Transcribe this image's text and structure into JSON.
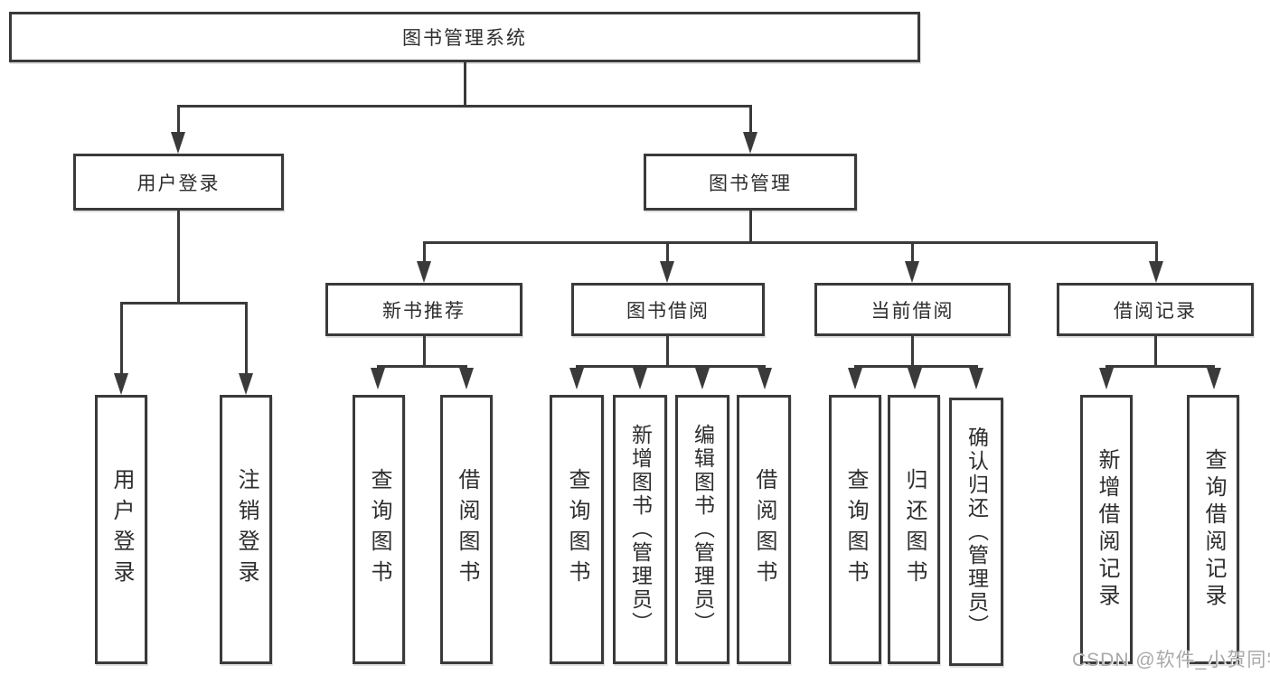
{
  "diagram_type": "function-structure-tree",
  "tree": {
    "root": "图书管理系统",
    "branches": [
      {
        "label": "用户登录",
        "children": [
          {
            "label": "用户登录"
          },
          {
            "label": "注销登录"
          }
        ]
      },
      {
        "label": "图书管理",
        "children": [
          {
            "label": "新书推荐",
            "children": [
              {
                "label": "查询图书"
              },
              {
                "label": "借阅图书"
              }
            ]
          },
          {
            "label": "图书借阅",
            "children": [
              {
                "label": "查询图书"
              },
              {
                "label": "新增图书（管理员）"
              },
              {
                "label": "编辑图书（管理员）"
              },
              {
                "label": "借阅图书"
              }
            ]
          },
          {
            "label": "当前借阅",
            "children": [
              {
                "label": "查询图书"
              },
              {
                "label": "归还图书"
              },
              {
                "label": "确认归还（管理员）"
              }
            ]
          },
          {
            "label": "借阅记录",
            "children": [
              {
                "label": "新增借阅记录"
              },
              {
                "label": "查询借阅记录"
              }
            ]
          }
        ]
      }
    ]
  },
  "watermark": {
    "text": "CSDN @软件_小贺同学",
    "color": "#a9a9a9"
  },
  "colors": {
    "line": "#3a3a3a",
    "text": "#2d2d2d",
    "background": "#ffffff"
  }
}
